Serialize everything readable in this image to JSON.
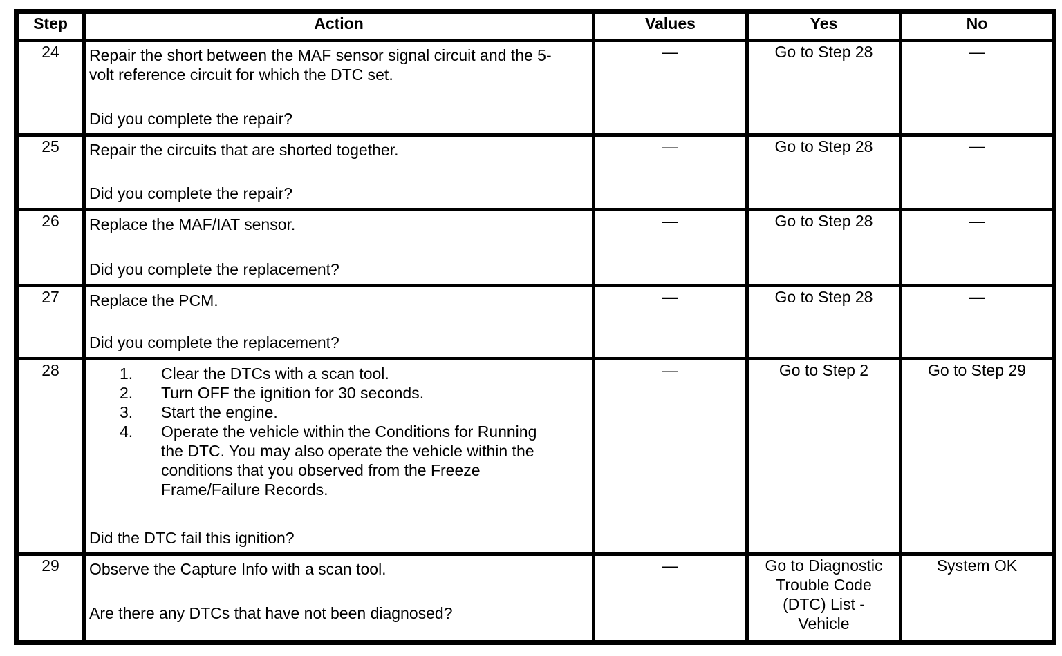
{
  "table": {
    "columns": {
      "step": "Step",
      "action": "Action",
      "values": "Values",
      "yes": "Yes",
      "no": "No"
    },
    "rows": [
      {
        "step": "24",
        "action": "Repair the short between the MAF sensor signal circuit and the 5-\nvolt reference circuit for which the DTC set.",
        "question": "Did you complete the repair?",
        "values": "—",
        "yes": "Go to Step 28",
        "no": "—"
      },
      {
        "step": "25",
        "action": "Repair the circuits that are shorted together.",
        "question": "Did you complete the repair?",
        "values": "—",
        "yes": "Go to Step 28",
        "no": "—"
      },
      {
        "step": "26",
        "action": "Replace the MAF/IAT sensor.",
        "question": "Did you complete the replacement?",
        "values": "—",
        "yes": "Go to Step 28",
        "no": "—"
      },
      {
        "step": "27",
        "action": "Replace the PCM.",
        "question": "Did you complete the replacement?",
        "values": "—",
        "yes": "Go to Step 28",
        "no": "—"
      },
      {
        "step": "28",
        "list": [
          {
            "num": "1.",
            "text": "Clear the DTCs with a scan tool."
          },
          {
            "num": "2.",
            "text": "Turn OFF the ignition for 30 seconds."
          },
          {
            "num": "3.",
            "text": "Start the engine."
          },
          {
            "num": "4.",
            "text": "Operate the vehicle within the Conditions for Running\nthe DTC. You may also operate the vehicle within the\nconditions that you observed from the Freeze\nFrame/Failure Records."
          }
        ],
        "question": "Did the DTC fail this ignition?",
        "values": "—",
        "yes": "Go to Step 2",
        "no": "Go to Step 29"
      },
      {
        "step": "29",
        "action": "Observe the Capture Info with a scan tool.",
        "question": "Are there any DTCs that have not been diagnosed?",
        "values": "—",
        "yes": "Go to Diagnostic\nTrouble Code\n(DTC) List -\nVehicle",
        "no": "System OK"
      }
    ]
  }
}
